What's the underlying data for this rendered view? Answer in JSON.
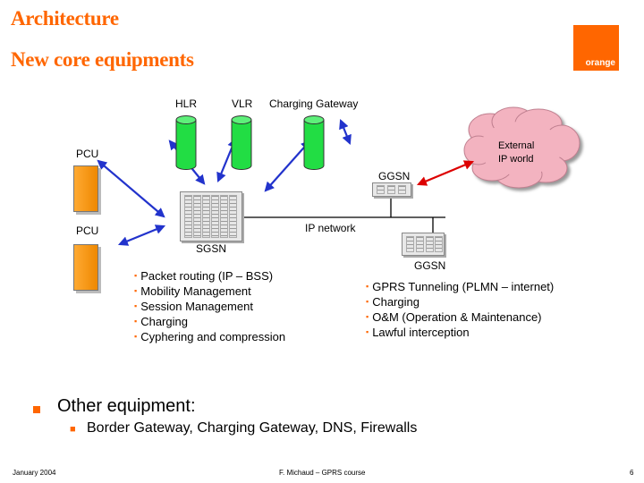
{
  "header": {
    "title_line1": "Architecture",
    "title_line2": "New core equipments",
    "logo_text": "orange"
  },
  "diagram": {
    "databases": {
      "hlr": "HLR",
      "vlr": "VLR",
      "charging_gateway": "Charging Gateway"
    },
    "cloud": {
      "line1": "External",
      "line2": "IP world"
    },
    "pcu_top": "PCU",
    "pcu_bottom": "PCU",
    "ggsn_top": "GGSN",
    "ggsn_bottom": "GGSN",
    "sgsn": "SGSN",
    "ip_network": "IP network",
    "sgsn_functions": [
      "Packet routing (IP – BSS)",
      "Mobility Management",
      "Session Management",
      "Charging",
      "Cyphering and compression"
    ],
    "ggsn_functions": [
      "GPRS Tunneling (PLMN – internet)",
      "Charging",
      "O&M (Operation & Maintenance)",
      "Lawful interception"
    ]
  },
  "body": {
    "other_title": "Other equipment:",
    "other_items": "Border Gateway, Charging Gateway, DNS, Firewalls"
  },
  "footer": {
    "date": "January 2004",
    "center": "F. Michaud – GPRS course",
    "page": "6"
  },
  "colors": {
    "accent": "#ff6600",
    "database": "#22dd44",
    "arrow_blue": "#2233cc",
    "arrow_red": "#dd0000",
    "pcu": "#ff9900"
  }
}
